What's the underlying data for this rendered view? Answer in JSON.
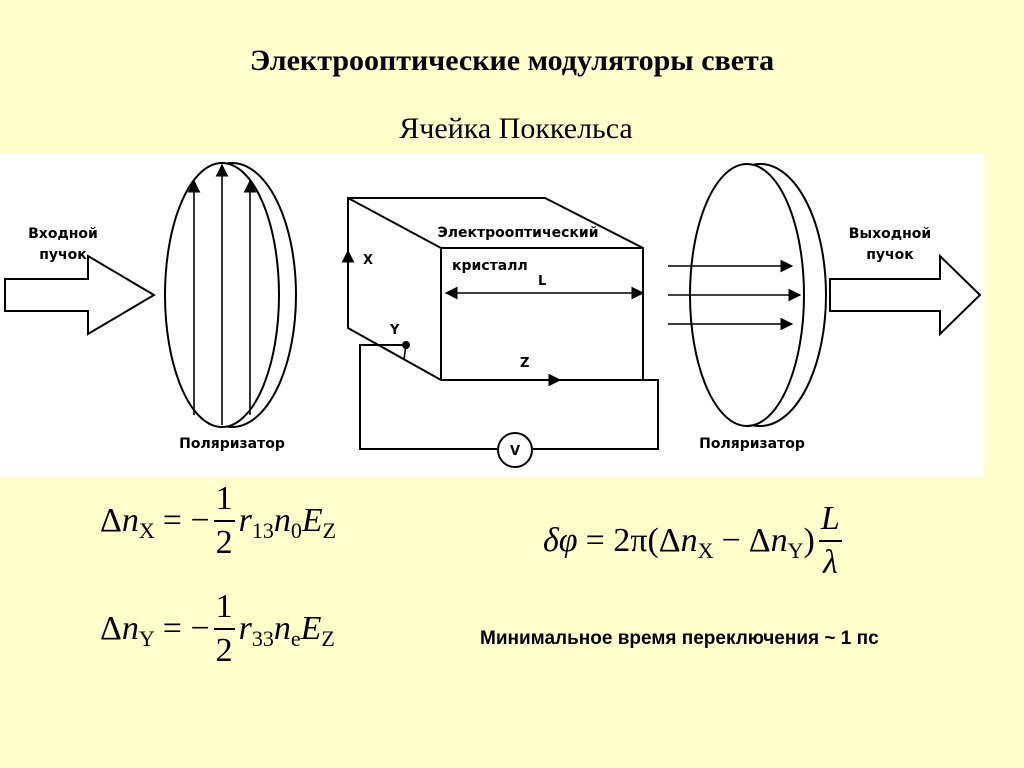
{
  "title": "Электрооптические модуляторы света",
  "subtitle": "Ячейка Поккельса",
  "diagram": {
    "input_beam": [
      "Входной",
      "пучок"
    ],
    "output_beam": [
      "Выходной",
      "пучок"
    ],
    "polarizer_left": "Поляризатор",
    "polarizer_right": "Поляризатор",
    "crystal_line1": "Электрооптический",
    "crystal_line2": "кристалл",
    "length_label": "L",
    "axis_x": "X",
    "axis_y": "Y",
    "axis_z": "Z",
    "voltage": "V"
  },
  "equations": {
    "dnx": {
      "lhs_sym": "Δ",
      "lhs_var": "n",
      "lhs_sub": "X",
      "op": "= −",
      "num": "1",
      "den": "2",
      "r": "r",
      "r_sub": "13",
      "n": "n",
      "n_sub": "0",
      "E": "E",
      "E_sub": "Z"
    },
    "dny": {
      "lhs_sym": "Δ",
      "lhs_var": "n",
      "lhs_sub": "Y",
      "op": "= −",
      "num": "1",
      "den": "2",
      "r": "r",
      "r_sub": "33",
      "n": "n",
      "n_sub": "e",
      "E": "E",
      "E_sub": "Z"
    },
    "phase": {
      "lhs": "δφ",
      "eq": "= 2π(",
      "d1": "Δ",
      "n1": "n",
      "s1": "X",
      "minus": "−",
      "d2": "Δ",
      "n2": "n",
      "s2": "Y",
      "close": ")",
      "num": "L",
      "den": "λ"
    }
  },
  "note": "Минимальное время переключения ~ 1 пс"
}
